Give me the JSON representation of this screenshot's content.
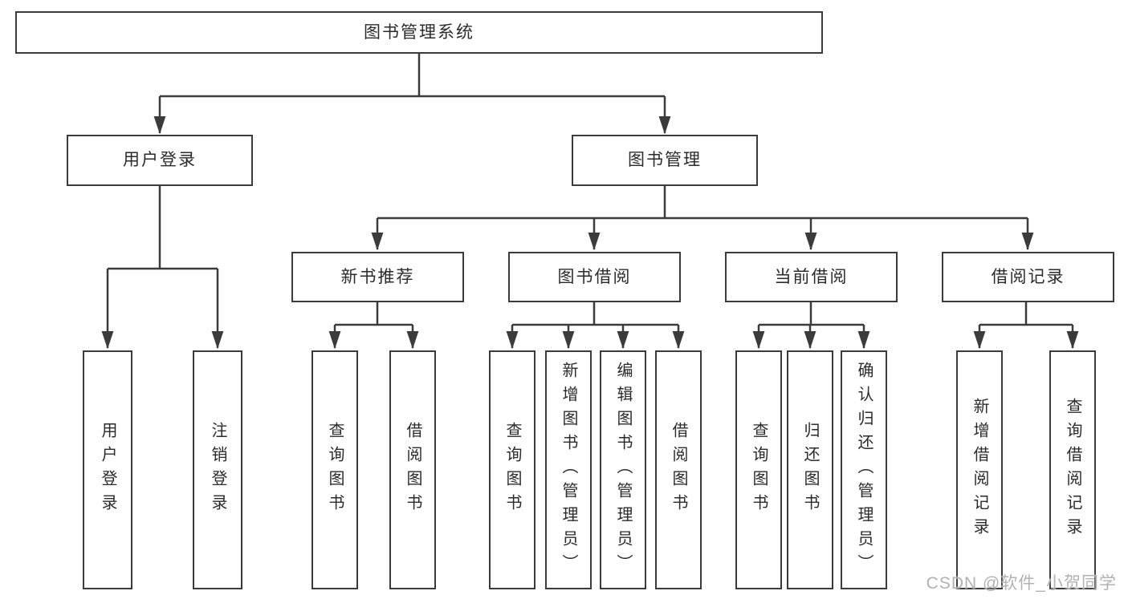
{
  "colors": {
    "background": "#ffffff",
    "line": "#3b3b3b",
    "text": "#2b2b2b",
    "watermark": "#b2b2b2"
  },
  "diagram": {
    "root": {
      "label": "图书管理系统"
    },
    "level2": [
      {
        "label": "用户登录",
        "children": [
          {
            "label": "用户登录"
          },
          {
            "label": "注销登录"
          }
        ]
      },
      {
        "label": "图书管理",
        "children": [
          {
            "label": "新书推荐",
            "children": [
              {
                "label": "查询图书"
              },
              {
                "label": "借阅图书"
              }
            ]
          },
          {
            "label": "图书借阅",
            "children": [
              {
                "label": "查询图书"
              },
              {
                "label": "新增图书（管理员）"
              },
              {
                "label": "编辑图书（管理员）"
              },
              {
                "label": "借阅图书"
              }
            ]
          },
          {
            "label": "当前借阅",
            "children": [
              {
                "label": "查询图书"
              },
              {
                "label": "归还图书"
              },
              {
                "label": "确认归还（管理员）"
              }
            ]
          },
          {
            "label": "借阅记录",
            "children": [
              {
                "label": "新增借阅记录"
              },
              {
                "label": "查询借阅记录"
              }
            ]
          }
        ]
      }
    ]
  },
  "watermark": {
    "text": "CSDN @软件_小贺同学"
  }
}
